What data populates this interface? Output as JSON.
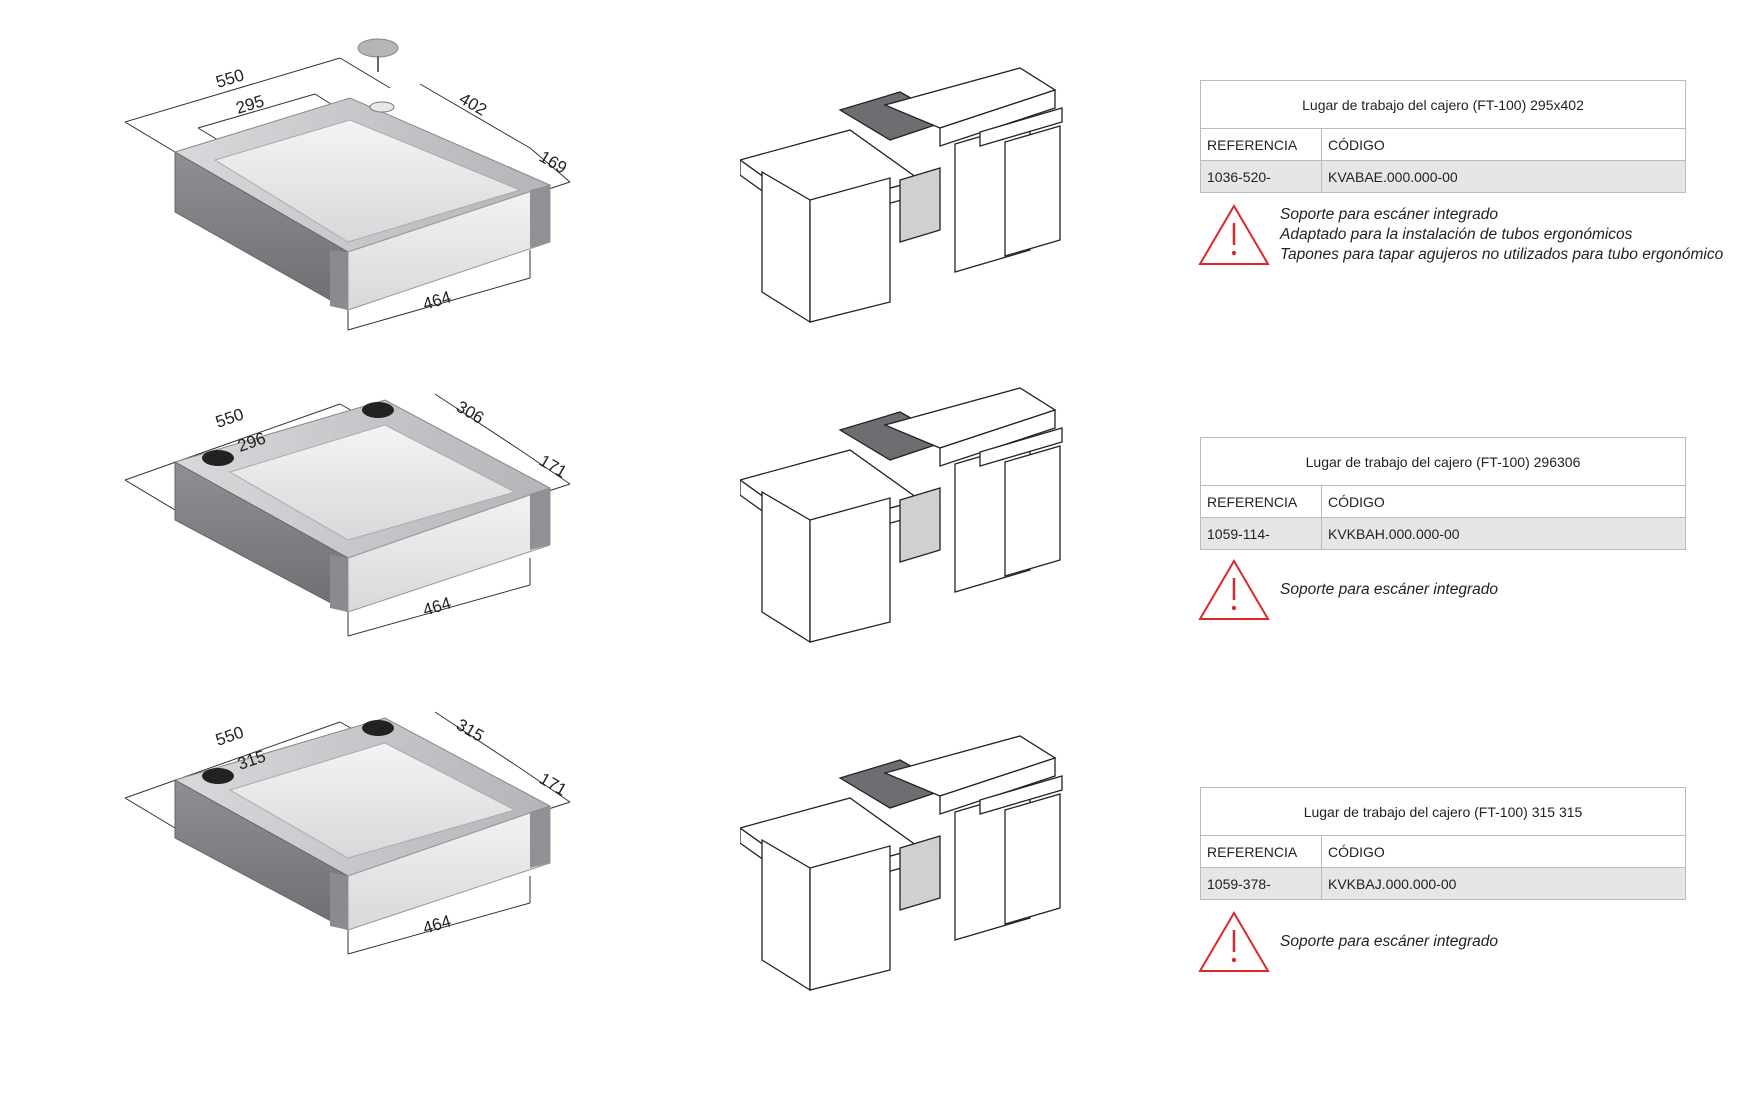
{
  "rows": [
    {
      "dimensions": {
        "width": "550",
        "inner_width": "295",
        "depth": "402",
        "height": "169",
        "front": "464"
      },
      "table": {
        "title": "Lugar de trabajo del cajero (FT-100) 295x402",
        "header_ref": "REFERENCIA",
        "header_code": "CÓDIGO",
        "ref": "1036-520-",
        "code": "KVABAE.000.000-00"
      },
      "notes": [
        "Soporte para escáner integrado",
        "Adaptado para la instalación de tubos ergonómicos",
        "Tapones para tapar agujeros no utilizados para tubo ergonómico"
      ]
    },
    {
      "dimensions": {
        "width": "550",
        "inner_width": "296",
        "depth": "306",
        "height": "171",
        "front": "464"
      },
      "table": {
        "title": "Lugar de trabajo del cajero (FT-100) 296306",
        "header_ref": "REFERENCIA",
        "header_code": "CÓDIGO",
        "ref": "1059-114-",
        "code": "KVKBAH.000.000-00"
      },
      "notes": [
        "Soporte para escáner integrado"
      ]
    },
    {
      "dimensions": {
        "width": "550",
        "inner_width": "315",
        "depth": "315",
        "height": "171",
        "front": "464"
      },
      "table": {
        "title": "Lugar de trabajo del cajero (FT-100) 315 315",
        "header_ref": "REFERENCIA",
        "header_code": "CÓDIGO",
        "ref": "1059-378-",
        "code": "KVKBAJ.000.000-00"
      },
      "notes": [
        "Soporte para escáner integrado"
      ]
    }
  ],
  "colors": {
    "warning": "#e0262b",
    "metal": "#a9a9ad",
    "table_highlight": "#e6e6e6"
  }
}
